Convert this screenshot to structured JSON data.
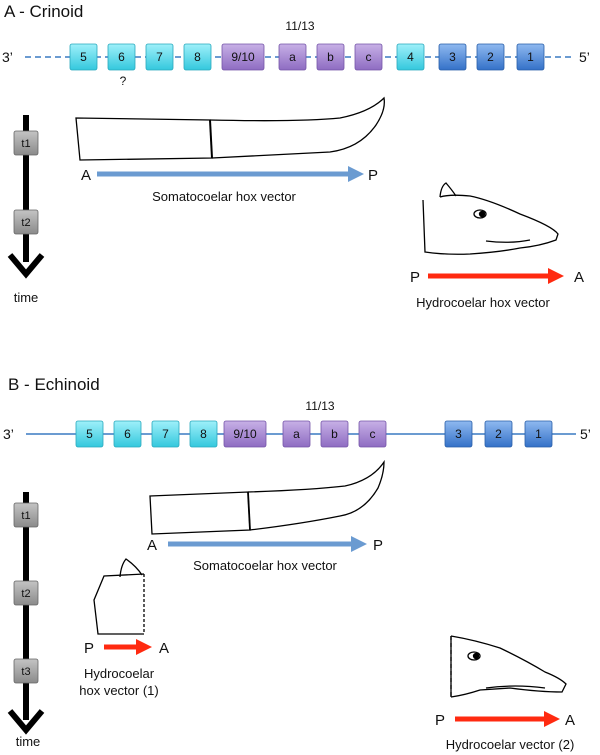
{
  "colors": {
    "anterior_gene": "#5fdfef",
    "central_gene": "#a88ad0",
    "posterior_gene": "#4a86d8",
    "somatocoelar_arrow": "#6b9bd1",
    "hydrocoelar_arrow": "#ff2a10",
    "time_box": "#a6a6a6",
    "time_bar": "#000000"
  },
  "panelA": {
    "title": "A - Crinoid",
    "chromosome_left_label": "3’",
    "chromosome_right_label": "5’",
    "group_label": "11/13",
    "question_mark": "?",
    "genes": [
      {
        "label": "5",
        "group": "anterior"
      },
      {
        "label": "6",
        "group": "anterior"
      },
      {
        "label": "7",
        "group": "anterior"
      },
      {
        "label": "8",
        "group": "anterior"
      },
      {
        "label": "9/10",
        "group": "central"
      },
      {
        "label": "a",
        "group": "central"
      },
      {
        "label": "b",
        "group": "central"
      },
      {
        "label": "c",
        "group": "central"
      },
      {
        "label": "4",
        "group": "anterior"
      },
      {
        "label": "3",
        "group": "posterior"
      },
      {
        "label": "2",
        "group": "posterior"
      },
      {
        "label": "1",
        "group": "posterior"
      }
    ],
    "timepoints": [
      "t1",
      "t2"
    ],
    "time_label": "time",
    "somatocoelar": {
      "start": "A",
      "end": "P",
      "caption": "Somatocoelar hox vector"
    },
    "hydrocoelar": {
      "start": "P",
      "end": "A",
      "caption": "Hydrocoelar hox vector"
    }
  },
  "panelB": {
    "title": "B - Echinoid",
    "chromosome_left_label": "3’",
    "chromosome_right_label": "5’",
    "group_label": "11/13",
    "genes": [
      {
        "label": "5",
        "group": "anterior"
      },
      {
        "label": "6",
        "group": "anterior"
      },
      {
        "label": "7",
        "group": "anterior"
      },
      {
        "label": "8",
        "group": "anterior"
      },
      {
        "label": "9/10",
        "group": "central"
      },
      {
        "label": "a",
        "group": "central"
      },
      {
        "label": "b",
        "group": "central"
      },
      {
        "label": "c",
        "group": "central"
      },
      {
        "label": "3",
        "group": "posterior"
      },
      {
        "label": "2",
        "group": "posterior"
      },
      {
        "label": "1",
        "group": "posterior"
      }
    ],
    "timepoints": [
      "t1",
      "t2",
      "t3"
    ],
    "time_label": "time",
    "somatocoelar": {
      "start": "A",
      "end": "P",
      "caption": "Somatocoelar hox vector"
    },
    "hydrocoelar1": {
      "start": "P",
      "end": "A",
      "caption_line1": "Hydrocoelar",
      "caption_line2": "hox vector (1)"
    },
    "hydrocoelar2": {
      "start": "P",
      "end": "A",
      "caption": "Hydrocoelar vector (2)"
    }
  }
}
